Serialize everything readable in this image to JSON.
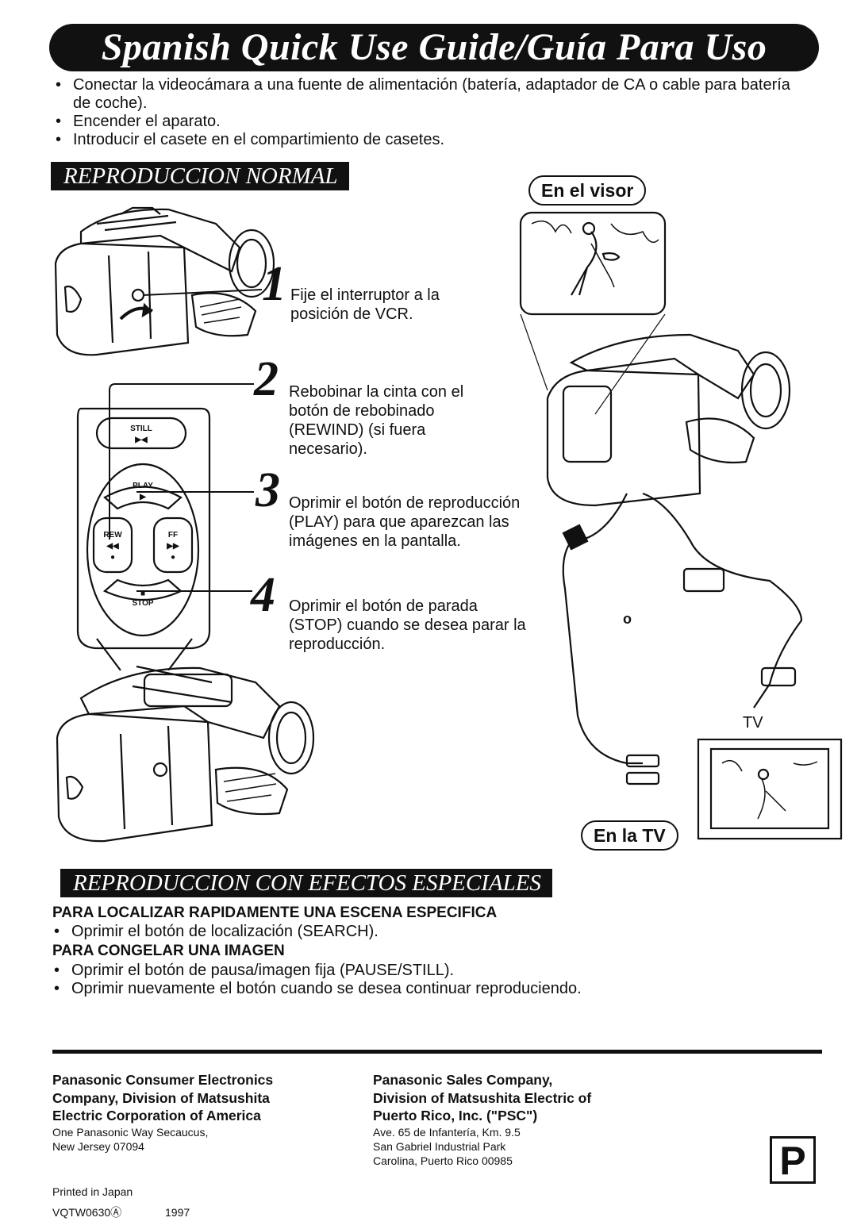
{
  "title": "Spanish Quick Use Guide/Guía Para Uso Rápido",
  "intro_bullets": [
    "Conectar la videocámara a una fuente de alimentación (batería, adaptador de CA o cable para batería de coche).",
    "Encender el aparato.",
    "Introducir el casete en el compartimiento de casetes."
  ],
  "section1": {
    "heading": "REPRODUCCION NORMAL",
    "viewfinder_label": "En el visor",
    "tv_label": "En la TV",
    "tv_tag": "TV",
    "or_mark": "o",
    "steps": [
      {
        "num": "1",
        "text": "Fije el interruptor a la posición de VCR."
      },
      {
        "num": "2",
        "text": "Rebobinar la cinta con el botón de rebobinado (REWIND) (si fuera necesario)."
      },
      {
        "num": "3",
        "text": "Oprimir el botón de reproducción (PLAY) para que aparezcan las imágenes en la pantalla."
      },
      {
        "num": "4",
        "text": "Oprimir el botón de parada (STOP) cuando se desea parar la reproducción."
      }
    ],
    "button_labels": {
      "still": "STILL",
      "play": "PLAY",
      "rew": "REW",
      "ff": "FF",
      "stop": "STOP"
    }
  },
  "section2": {
    "heading": "REPRODUCCION CON EFECTOS ESPECIALES",
    "sub1": "PARA LOCALIZAR RAPIDAMENTE UNA ESCENA ESPECIFICA",
    "sub1_bullets": [
      "Oprimir el botón de localización (SEARCH)."
    ],
    "sub2": "PARA CONGELAR UNA IMAGEN",
    "sub2_bullets": [
      "Oprimir el botón de pausa/imagen fija (PAUSE/STILL).",
      "Oprimir nuevamente el botón cuando se desea continuar reproduciendo."
    ]
  },
  "footer": {
    "left_company": [
      "Panasonic Consumer Electronics",
      "Company, Division of Matsushita",
      "Electric Corporation of America"
    ],
    "left_address": [
      "One Panasonic Way Secaucus,",
      "New Jersey 07094"
    ],
    "right_company": [
      "Panasonic Sales Company,",
      "Division of Matsushita Electric of",
      "Puerto Rico, Inc. (\"PSC\")"
    ],
    "right_address": [
      "Ave. 65 de Infantería, Km. 9.5",
      "San Gabriel Industrial Park",
      "Carolina, Puerto Rico 00985"
    ],
    "printed": "Printed in Japan",
    "code": "VQTW0630Ⓐ",
    "year": "1997",
    "badge": "P"
  }
}
